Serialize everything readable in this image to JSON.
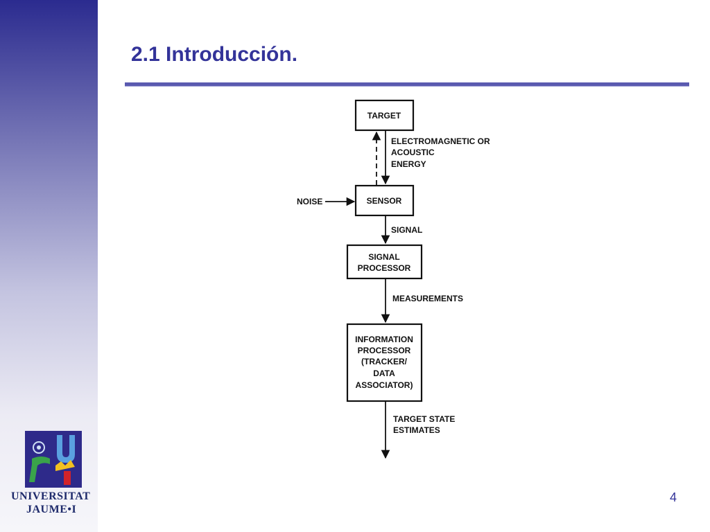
{
  "slide": {
    "title": "2.1 Introducción.",
    "page_number": "4"
  },
  "colors": {
    "title": "#333399",
    "rule": "#5a5ab0",
    "sidebar_top": "#2b2b8f",
    "logo_navy": "#1e2a6b"
  },
  "diagram": {
    "blocks": {
      "target": [
        "TARGET"
      ],
      "sensor": [
        "SENSOR"
      ],
      "signal_processor": [
        "SIGNAL",
        "PROCESSOR"
      ],
      "information_processor": [
        "INFORMATION",
        "PROCESSOR",
        "(TRACKER/",
        "DATA",
        "ASSOCIATOR)"
      ]
    },
    "edge_labels": {
      "energy": [
        "ELECTROMAGNETIC  OR",
        "ACOUSTIC",
        "ENERGY"
      ],
      "noise": "NOISE",
      "signal": "SIGNAL",
      "measurements": "MEASUREMENTS",
      "estimates": [
        "TARGET  STATE",
        "ESTIMATES"
      ]
    }
  },
  "logo": {
    "line1": "UNIVERSITAT",
    "line2": "JAUME•I"
  }
}
